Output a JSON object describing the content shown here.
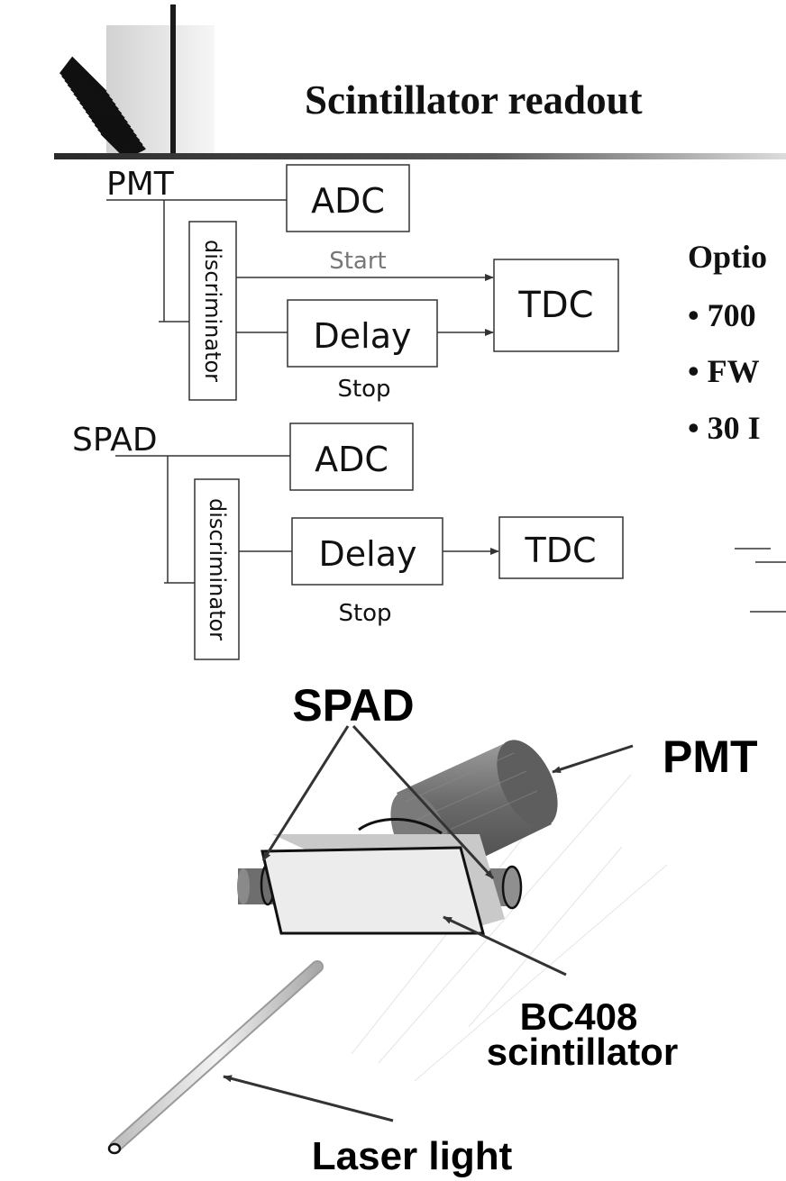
{
  "slide": {
    "title": "Scintillator readout",
    "options_heading": "Optio",
    "bullets": [
      "• 700",
      "• FW",
      "• 30 I"
    ]
  },
  "diagram_pmt": {
    "source": "PMT",
    "adc": "ADC",
    "discriminator": "discriminator",
    "start": "Start",
    "tdc": "TDC",
    "delay": "Delay",
    "stop": "Stop"
  },
  "diagram_spad": {
    "source": "SPAD",
    "adc": "ADC",
    "discriminator": "discriminator",
    "delay": "Delay",
    "tdc": "TDC",
    "stop": "Stop"
  },
  "setup": {
    "spad": "SPAD",
    "pmt": "PMT",
    "scintillator_line1": "BC408",
    "scintillator_line2": "scintillator",
    "laser": "Laser light"
  },
  "colors": {
    "title": "#111111",
    "diagram_line": "#333333",
    "start_label": "#777777",
    "pmt_body": "#6f6f6f",
    "scintillator": "#ececec"
  }
}
